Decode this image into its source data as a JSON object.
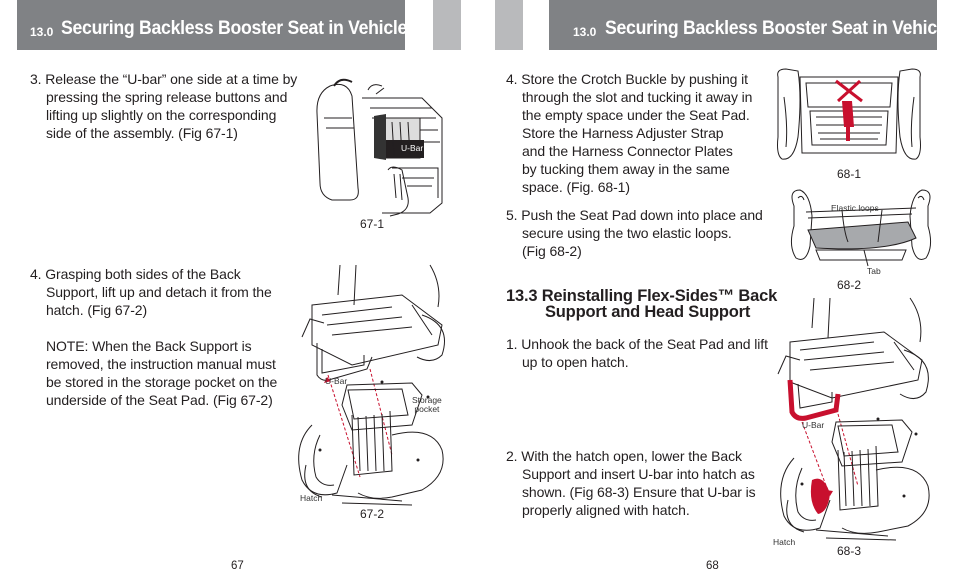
{
  "left_page": {
    "header_number": "13.0",
    "header_title": "Securing Backless Booster Seat in Vehicle",
    "step3": "3. Release the “U-bar” one side at a time by\npressing the spring release buttons and\nlifting up slightly on the corresponding\nside of the assembly. (Fig 67-1)",
    "step4": "4. Grasping both sides of the Back\nSupport, lift up and detach it from the\nhatch. (Fig 67-2)",
    "note": "NOTE:  When the Back Support is\nremoved, the instruction manual must\nbe stored in the storage pocket on the\nunderside of the Seat Pad. (Fig 67-2)",
    "fig1_caption": "67-1",
    "fig1_label_ubar": "U-Bar",
    "fig2_caption": "67-2",
    "fig2_label_ubar": "U-Bar",
    "fig2_label_storage": "Storage\npocket",
    "fig2_label_hatch": "Hatch",
    "page_number": "67"
  },
  "right_page": {
    "header_number": "13.0",
    "header_title": "Securing Backless Booster Seat in Vehicle",
    "step4": "4. Store the Crotch Buckle by pushing it\nthrough the slot and tucking it away in\nthe empty space under the Seat Pad.\nStore the Harness Adjuster Strap\nand the Harness Connector Plates\nby tucking them away in the same\nspace.  (Fig. 68-1)",
    "step5": "5. Push the Seat Pad down into place and\nsecure using the two elastic loops.\n(Fig 68-2)",
    "subheading_line1": "13.3 Reinstalling Flex-Sides™ Back",
    "subheading_line2": "Support and Head Support",
    "sub_step1": "1. Unhook the back of the Seat Pad and lift\nup to open hatch.",
    "sub_step2": "2. With the hatch open, lower the Back\nSupport and insert U-bar into hatch as\nshown. (Fig 68-3) Ensure that U-bar is\nproperly aligned with hatch.",
    "fig1_caption": "68-1",
    "fig2_caption": "68-2",
    "fig2_label_loops": "Elastic loops",
    "fig2_label_tab": "Tab",
    "fig3_caption": "68-3",
    "fig3_label_ubar": "U-Bar",
    "fig3_label_hatch": "Hatch",
    "page_number": "68"
  },
  "colors": {
    "header_bar": "#808285",
    "gutter_block": "#b9babc",
    "accent_red": "#c8102e",
    "text": "#231f20"
  }
}
